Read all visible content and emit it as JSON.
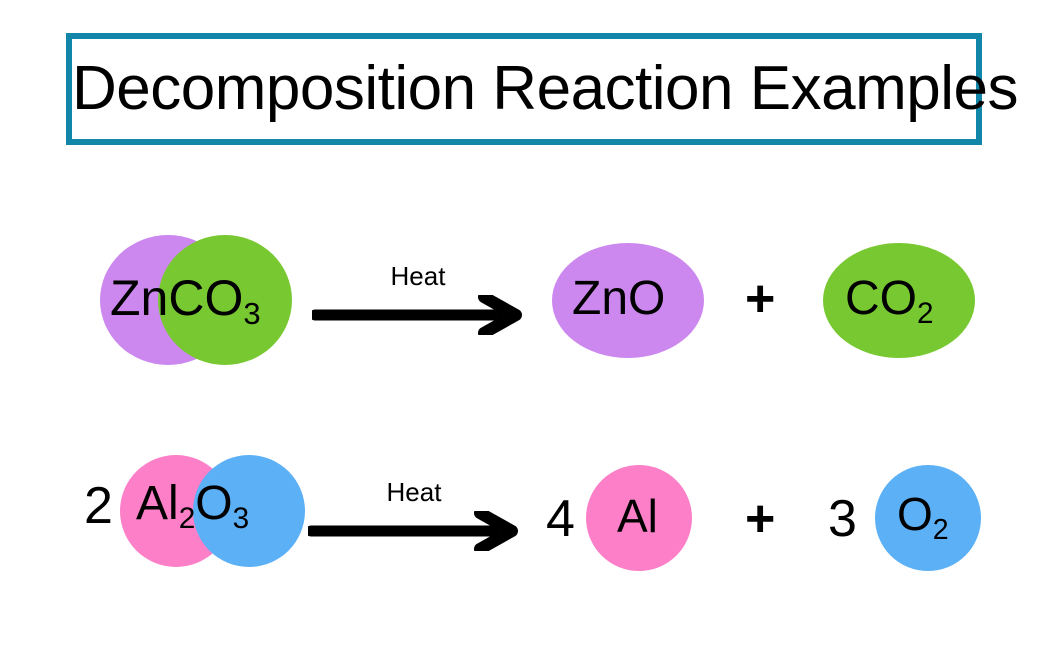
{
  "title": {
    "text": "Decomposition Reaction Examples",
    "border_color": "#1286a8"
  },
  "palette": {
    "purple": "#cc88ee",
    "green": "#78c832",
    "pink": "#fc7fc8",
    "blue": "#5cb0f5",
    "teal": "#1286a8",
    "black": "#000000",
    "background": "#ffffff"
  },
  "reactions": [
    {
      "id": "reaction-1",
      "reactant": {
        "coefficient": "",
        "formula_main": "ZnCO",
        "formula_sub": "3",
        "blob_colors": [
          "#cc88ee",
          "#78c832"
        ]
      },
      "arrow": {
        "label": "Heat"
      },
      "products": [
        {
          "coefficient": "",
          "formula_main": "ZnO",
          "formula_sub": "",
          "blob_color": "#cc88ee"
        },
        {
          "coefficient": "",
          "formula_main": "CO",
          "formula_sub": "2",
          "blob_color": "#78c832"
        }
      ],
      "operator": "+"
    },
    {
      "id": "reaction-2",
      "reactant": {
        "coefficient": "2",
        "formula_main": "Al",
        "formula_sub": "2",
        "formula_main2": "O",
        "formula_sub2": "3",
        "blob_colors": [
          "#fc7fc8",
          "#5cb0f5"
        ]
      },
      "arrow": {
        "label": "Heat"
      },
      "products": [
        {
          "coefficient": "4",
          "formula_main": "Al",
          "formula_sub": "",
          "blob_color": "#fc7fc8"
        },
        {
          "coefficient": "3",
          "formula_main": "O",
          "formula_sub": "2",
          "blob_color": "#5cb0f5"
        }
      ],
      "operator": "+"
    }
  ],
  "chart_data": {
    "type": "diagram",
    "title": "Decomposition Reaction Examples",
    "equations": [
      "ZnCO3 --Heat--> ZnO + CO2",
      "2 Al2O3 --Heat--> 4 Al + 3 O2"
    ]
  }
}
